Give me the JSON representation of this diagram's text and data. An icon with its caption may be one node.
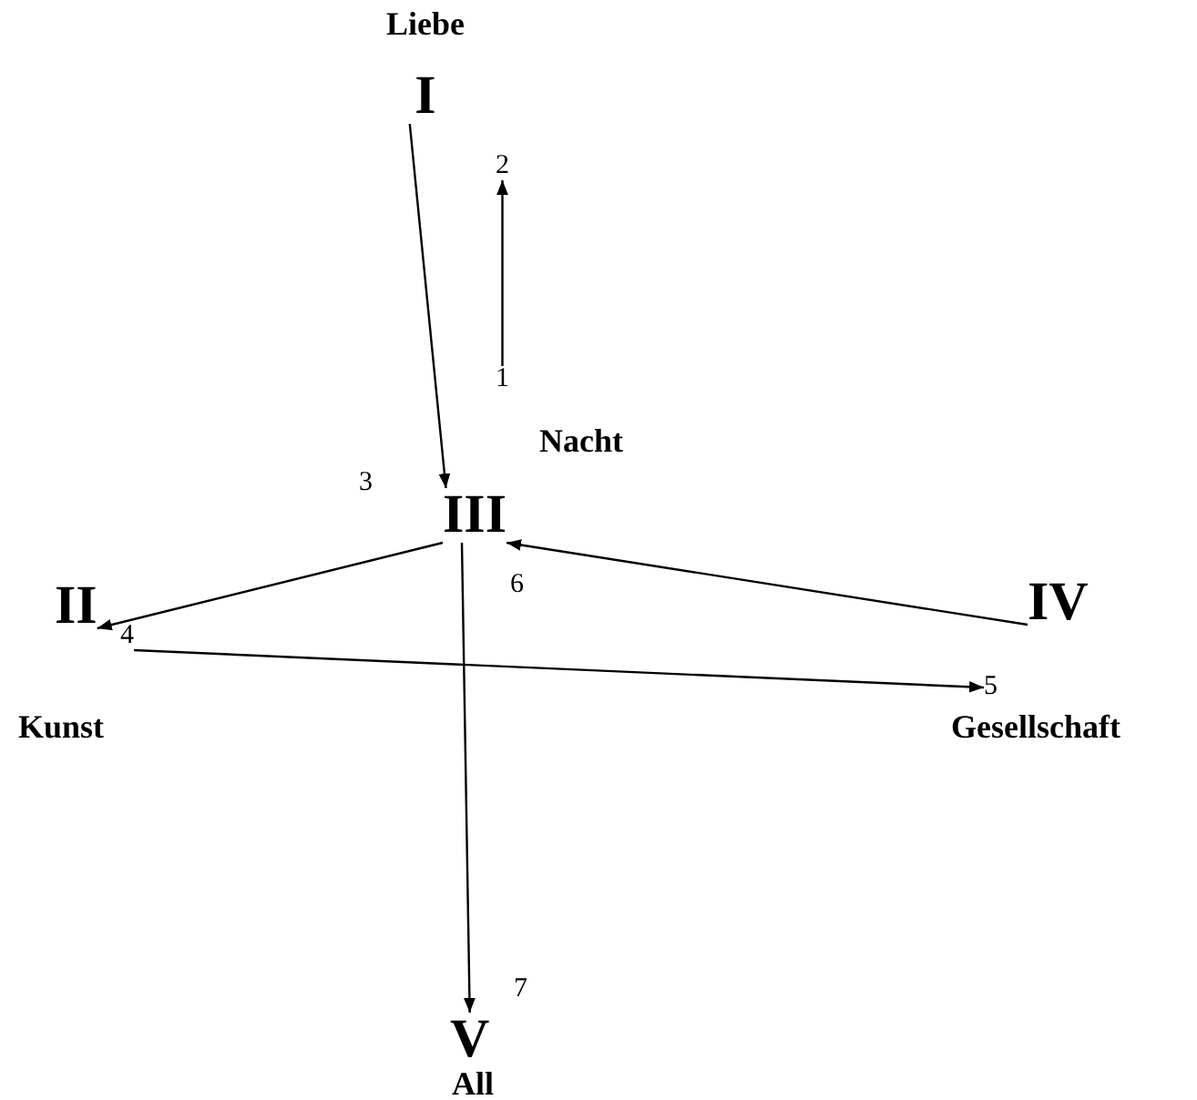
{
  "diagram": {
    "nodes": [
      {
        "text": [
          "Liebe",
          "I"
        ]
      },
      {
        "text": [
          "2"
        ]
      },
      {
        "text": [
          "1"
        ]
      },
      {
        "text": [
          "3"
        ]
      },
      {
        "text": [
          "III"
        ]
      },
      {
        "text": [
          "6"
        ]
      },
      {
        "text": [
          "II"
        ]
      },
      {
        "text": [
          "4"
        ]
      },
      {
        "text": [
          "IV"
        ]
      },
      {
        "text": [
          "5"
        ]
      },
      {
        "text": [
          "7"
        ]
      },
      {
        "text": [
          "V"
        ]
      }
    ],
    "edges": [
      {
        "from": 0,
        "to": 4,
        "arrow": "to"
      },
      {
        "from": 2,
        "to": 1,
        "arrow": "to"
      },
      {
        "from": 4,
        "to": 6,
        "arrow": "to"
      },
      {
        "from": 8,
        "to": 4,
        "arrow": "to"
      },
      {
        "from": 7,
        "to": 9,
        "arrow": "to"
      },
      {
        "from": 4,
        "to": 11,
        "arrow": "to"
      }
    ],
    "labels": [
      "Nacht",
      "Kunst",
      "Gesellschaft",
      "All"
    ]
  }
}
